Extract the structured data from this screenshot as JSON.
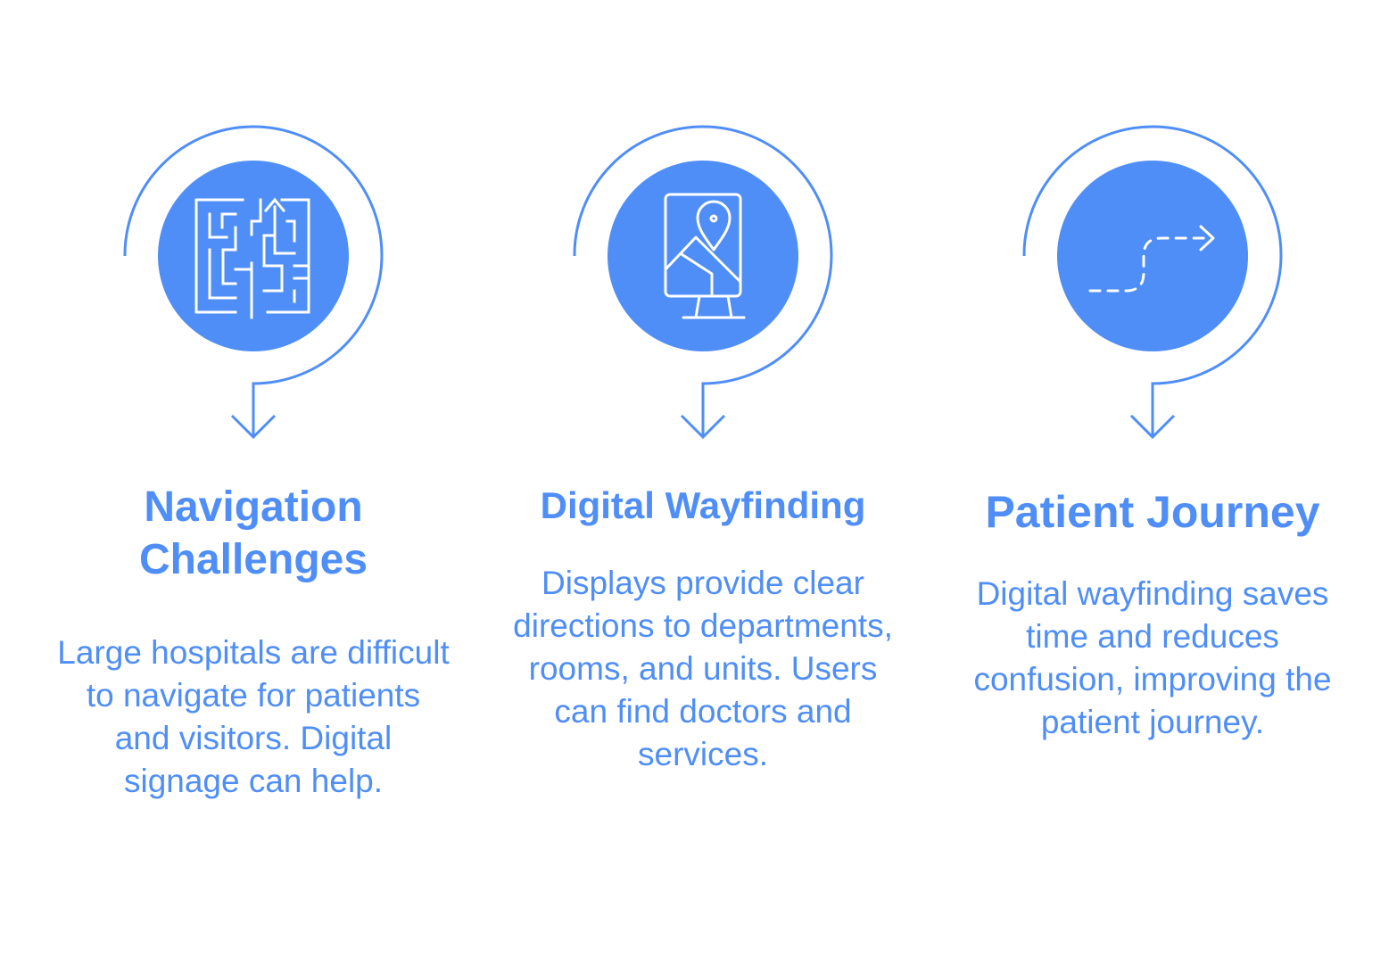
{
  "colors": {
    "accent": "#4f8ef7",
    "icon_stroke": "#ffffff",
    "background": "#ffffff"
  },
  "steps": [
    {
      "icon": "maze-icon",
      "title": "Navigation Challenges",
      "description": "Large hospitals are difficult to navigate for patients and visitors. Digital signage can help."
    },
    {
      "icon": "map-display-icon",
      "title": "Digital Wayfinding",
      "description": "Displays provide clear directions to departments, rooms, and units. Users can find doctors and services."
    },
    {
      "icon": "dashed-path-icon",
      "title": "Patient Journey",
      "description": "Digital wayfinding saves time and reduces confusion, improving the patient journey."
    }
  ]
}
